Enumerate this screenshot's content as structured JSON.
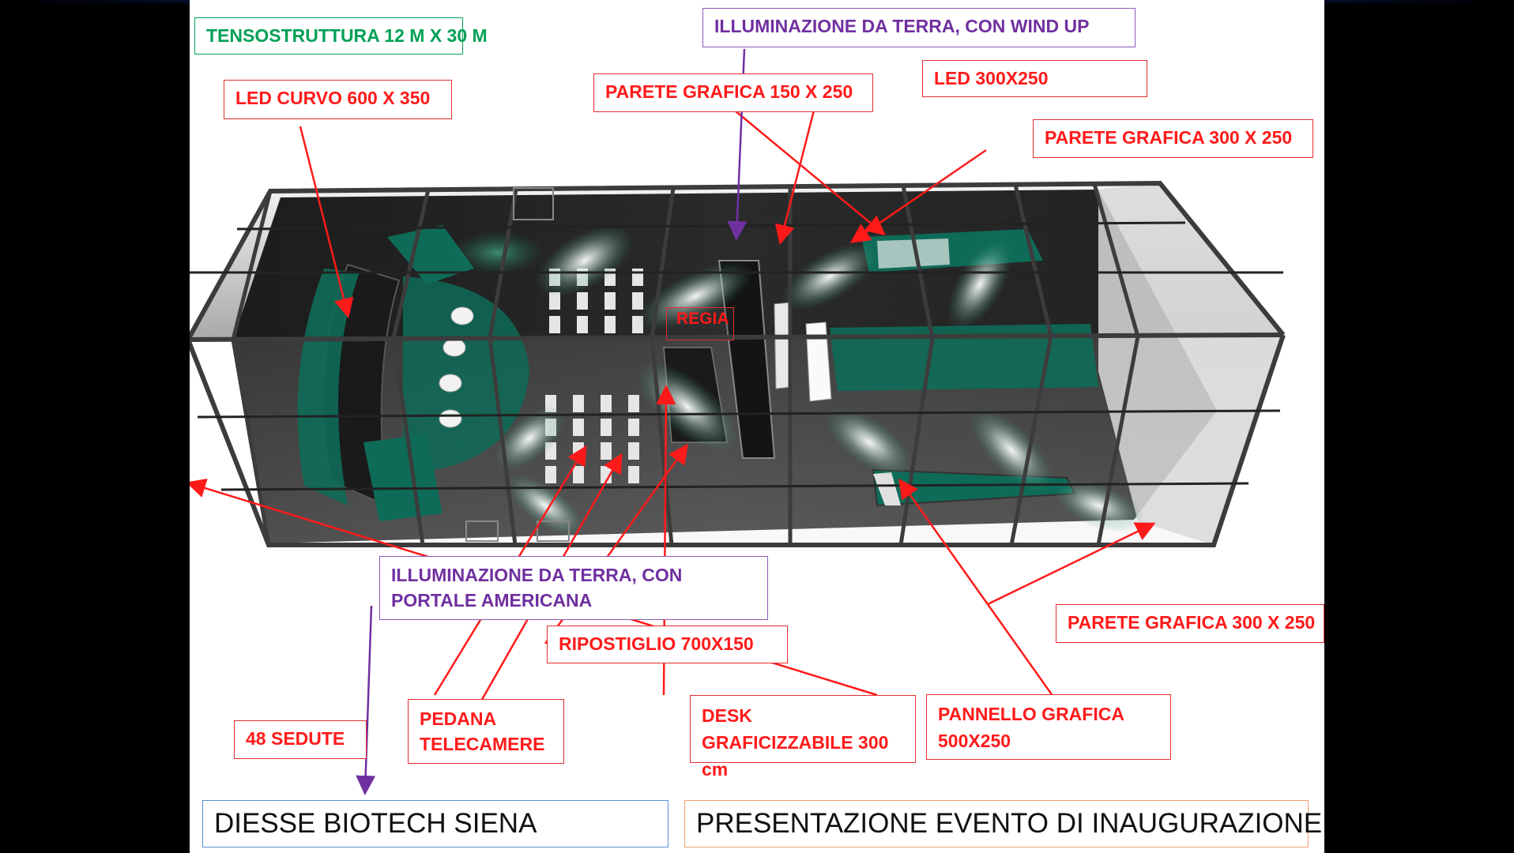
{
  "labels": {
    "tensostruttura": "TENSOSTRUTTURA 12 M X 30 M",
    "led_curvo": "LED CURVO 600 X 350",
    "illuminazione_wind_up": "ILLUMINAZIONE DA TERRA, CON WIND UP",
    "parete_150": "PARETE GRAFICA 150 X 250",
    "led_300": "LED 300X250",
    "parete_300_top": "PARETE GRAFICA 300 X 250",
    "regia": "REGIA",
    "illuminazione_portale": "ILLUMINAZIONE DA TERRA, CON PORTALE AMERICANA",
    "ripostiglio": "RIPOSTIGLIO 700X150",
    "parete_300_bottom": "PARETE GRAFICA 300 X 250",
    "sedute": "48 SEDUTE",
    "pedana": "PEDANA TELECAMERE",
    "desk": "DESK GRAFICIZZABILE 300 cm",
    "pannello": "PANNELLO GRAFICA 500X250"
  },
  "footer": {
    "left": "DIESSE BIOTECH SIENA",
    "right": "PRESENTAZIONE EVENTO DI INAUGURAZIONE"
  },
  "colors": {
    "label_red": "#ff1a1a",
    "label_purple": "#7030a0",
    "label_green": "#00a055",
    "stage_green": "#0e6b57"
  }
}
